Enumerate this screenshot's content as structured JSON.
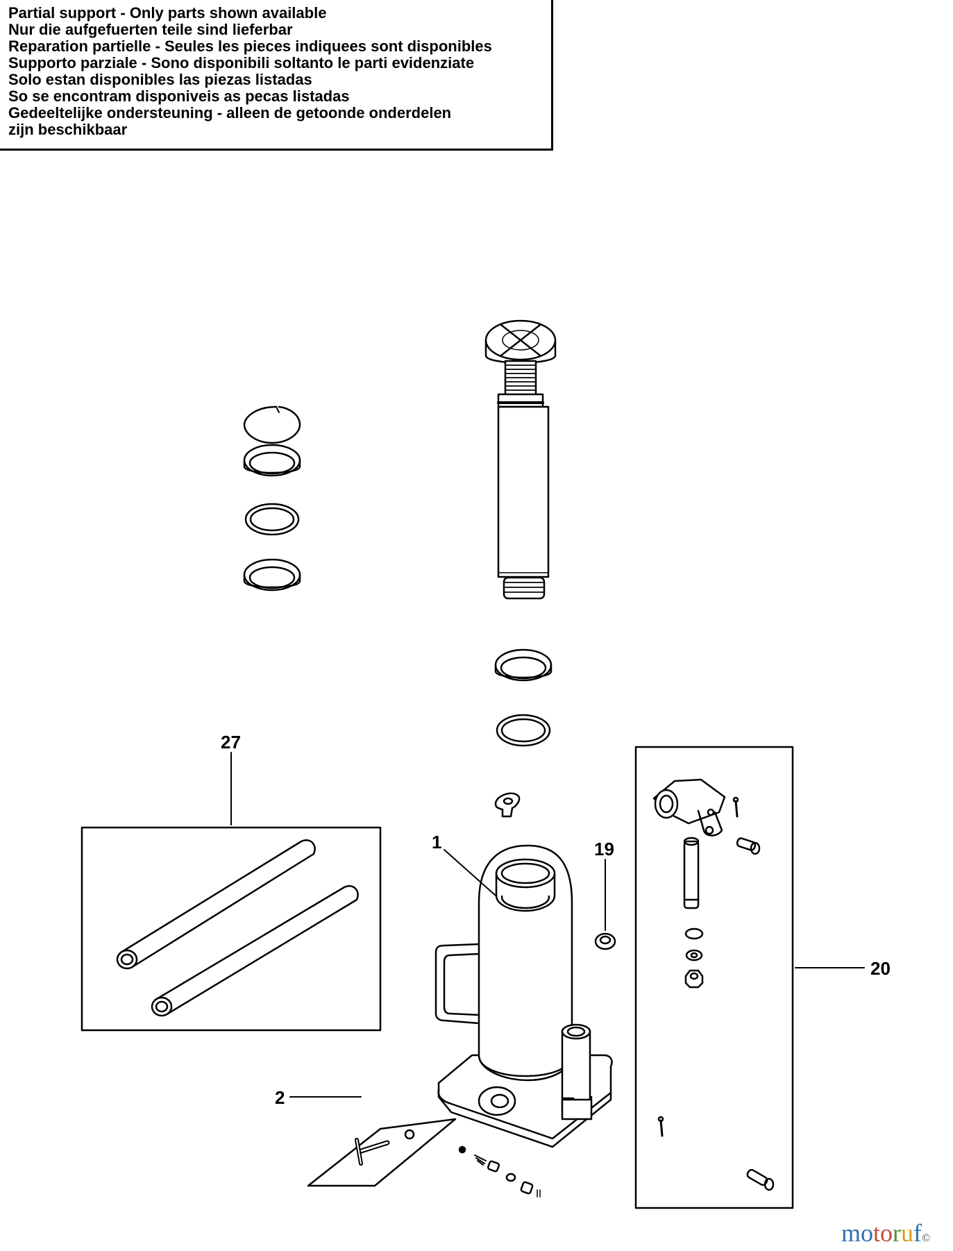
{
  "notice": {
    "lines": [
      "Partial support - Only parts shown available",
      "Nur die aufgefuerten teile sind lieferbar",
      "Reparation partielle - Seules les pieces indiquees sont disponibles",
      "Supporto parziale - Sono disponibili soltanto le parti evidenziate",
      "Solo estan disponibles las piezas listadas",
      "So se encontram disponiveis as pecas listadas",
      "Gedeeltelijke ondersteuning - alleen de getoonde onderdelen",
      "zijn beschikbaar"
    ]
  },
  "callouts": {
    "c27": "27",
    "c1": "1",
    "c19": "19",
    "c20": "20",
    "c2": "2"
  },
  "watermark": {
    "parts": [
      "mo",
      "to",
      "r",
      "u",
      "f"
    ],
    "copyright": "©"
  }
}
